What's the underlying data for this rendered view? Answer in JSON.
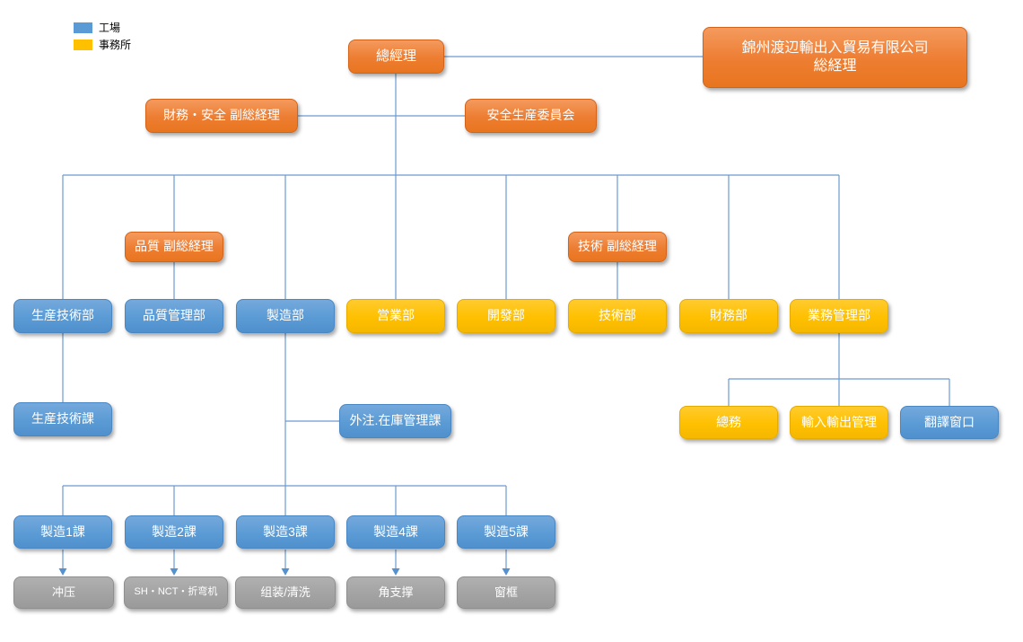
{
  "legend": {
    "items": [
      {
        "label": "工場",
        "color": "#5B9BD5"
      },
      {
        "label": "事務所",
        "color": "#FFC000"
      }
    ]
  },
  "colors": {
    "factory_blue": "#5B9BD5",
    "office_yellow": "#FFC000",
    "management_orange": "#ED7D31",
    "process_gray": "#A6A6A6",
    "connector_blue": "#6C9BD0"
  },
  "nodes": {
    "gm": {
      "label": "總經理"
    },
    "company_gm": {
      "line1": "錦州渡辺輸出入貿易有限公司",
      "line2": "総経理"
    },
    "finance_safety_vgm": {
      "label": "財務・安全 副総経理"
    },
    "safety_committee": {
      "label": "安全生産委員会"
    },
    "quality_vgm": {
      "label": "品質 副総経理"
    },
    "tech_vgm": {
      "label": "技術 副総経理"
    },
    "production_tech_dept": {
      "label": "生産技術部"
    },
    "quality_dept": {
      "label": "品質管理部"
    },
    "manufacturing_dept": {
      "label": "製造部"
    },
    "sales_dept": {
      "label": "営業部"
    },
    "development_dept": {
      "label": "開發部"
    },
    "technology_dept": {
      "label": "技術部"
    },
    "finance_dept": {
      "label": "財務部"
    },
    "business_admin_dept": {
      "label": "業務管理部"
    },
    "production_tech_section": {
      "label": "生産技術課"
    },
    "outsourcing_inventory_section": {
      "label": "外注.在庫管理課"
    },
    "general_affairs": {
      "label": "總務"
    },
    "import_export": {
      "label": "輸入輸出管理"
    },
    "translation_window": {
      "label": "翻譯窗口"
    },
    "mfg1": {
      "label": "製造1課"
    },
    "mfg2": {
      "label": "製造2課"
    },
    "mfg3": {
      "label": "製造3課"
    },
    "mfg4": {
      "label": "製造4課"
    },
    "mfg5": {
      "label": "製造5課"
    },
    "stamping": {
      "label": "冲压"
    },
    "sh_nct_bending": {
      "label": "SH・NCT・折弯机"
    },
    "assembly_cleaning": {
      "label": "组装/清洗"
    },
    "corner_support": {
      "label": "角支撑"
    },
    "window_frame": {
      "label": "窗框"
    }
  }
}
